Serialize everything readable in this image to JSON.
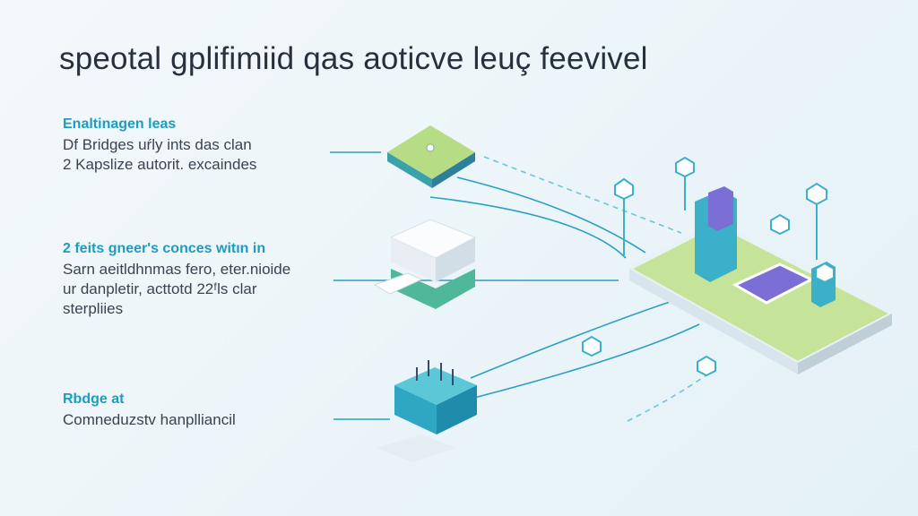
{
  "title": "speotal gplifimiid qas aoticve leuç feevivel",
  "sections": [
    {
      "heading": "Enaltinagen leas",
      "lines": [
        "Df Bridges uŕly ints das clan",
        "2 Kapslize autorit. excaindes"
      ]
    },
    {
      "heading": "2 feits gneer's conces witın in",
      "lines": [
        "Sarn aeitldhnmas fero, eter.nioide",
        "ur danpletir, acttotd 22ᶠls clar",
        "sterpliies"
      ]
    },
    {
      "heading": "Rbdge at",
      "lines": [
        "Comneduzstv hanplliancil"
      ]
    }
  ],
  "colors": {
    "accent": "#1e9cc0",
    "green": "#a8d47a",
    "teal": "#3bb3c9",
    "purple": "#7b6fd6",
    "text": "#27303d"
  }
}
